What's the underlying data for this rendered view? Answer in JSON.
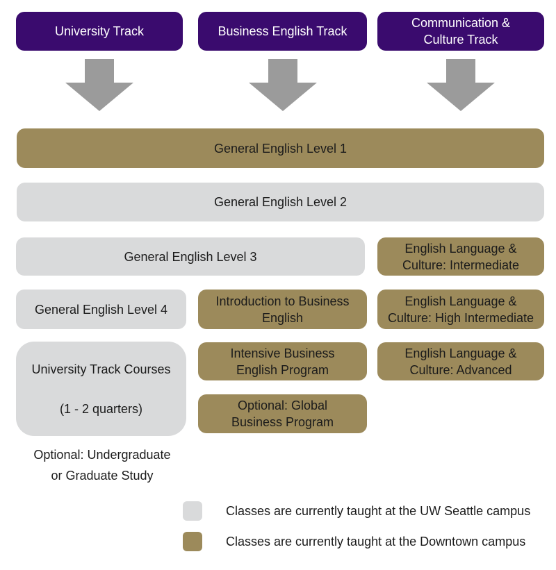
{
  "colors": {
    "purple": "#3A0B6E",
    "gold": "#9C8A5B",
    "gray": "#D9DADB",
    "arrow": "#9B9B9B",
    "text": "#1B1B1B"
  },
  "tracks": [
    {
      "name": "University Track",
      "lines": [
        "University Track"
      ]
    },
    {
      "name": "Business English Track",
      "lines": [
        "Business English Track"
      ]
    },
    {
      "name": "Communication & Culture Track",
      "lines": [
        "Communication &",
        "Culture Track"
      ]
    }
  ],
  "courses": {
    "general_english_1": {
      "lines": [
        "General English Level 1"
      ],
      "campus": "Downtown"
    },
    "general_english_2": {
      "lines": [
        "General English Level 2"
      ],
      "campus": "UW Seattle"
    },
    "general_english_3": {
      "lines": [
        "General English Level 3"
      ],
      "campus": "UW Seattle"
    },
    "elc_intermediate": {
      "lines": [
        "English Language &",
        "Culture: Intermediate"
      ],
      "campus": "Downtown"
    },
    "general_english_4": {
      "lines": [
        "General English Level 4"
      ],
      "campus": "UW Seattle"
    },
    "intro_business_english": {
      "lines": [
        "Introduction to Business",
        "English"
      ],
      "campus": "Downtown"
    },
    "elc_high_intermediate": {
      "lines": [
        "English Language &",
        "Culture: High Intermediate"
      ],
      "campus": "Downtown"
    },
    "university_track_courses": {
      "lines": [
        "University Track Courses",
        "(1 - 2 quarters)"
      ],
      "campus": "UW Seattle"
    },
    "intensive_business_english": {
      "lines": [
        "Intensive Business",
        "English Program"
      ],
      "campus": "Downtown"
    },
    "elc_advanced": {
      "lines": [
        "English Language &",
        "Culture: Advanced"
      ],
      "campus": "Downtown"
    },
    "global_business": {
      "lines": [
        "Optional: Global",
        "Business Program"
      ],
      "campus": "Downtown"
    }
  },
  "note": {
    "lines": [
      "Optional: Undergraduate",
      "or Graduate Study"
    ]
  },
  "legend": [
    {
      "campus": "UW Seattle",
      "label": "Classes are currently taught at the UW Seattle campus"
    },
    {
      "campus": "Downtown",
      "label": "Classes are currently taught at the Downtown campus"
    }
  ]
}
